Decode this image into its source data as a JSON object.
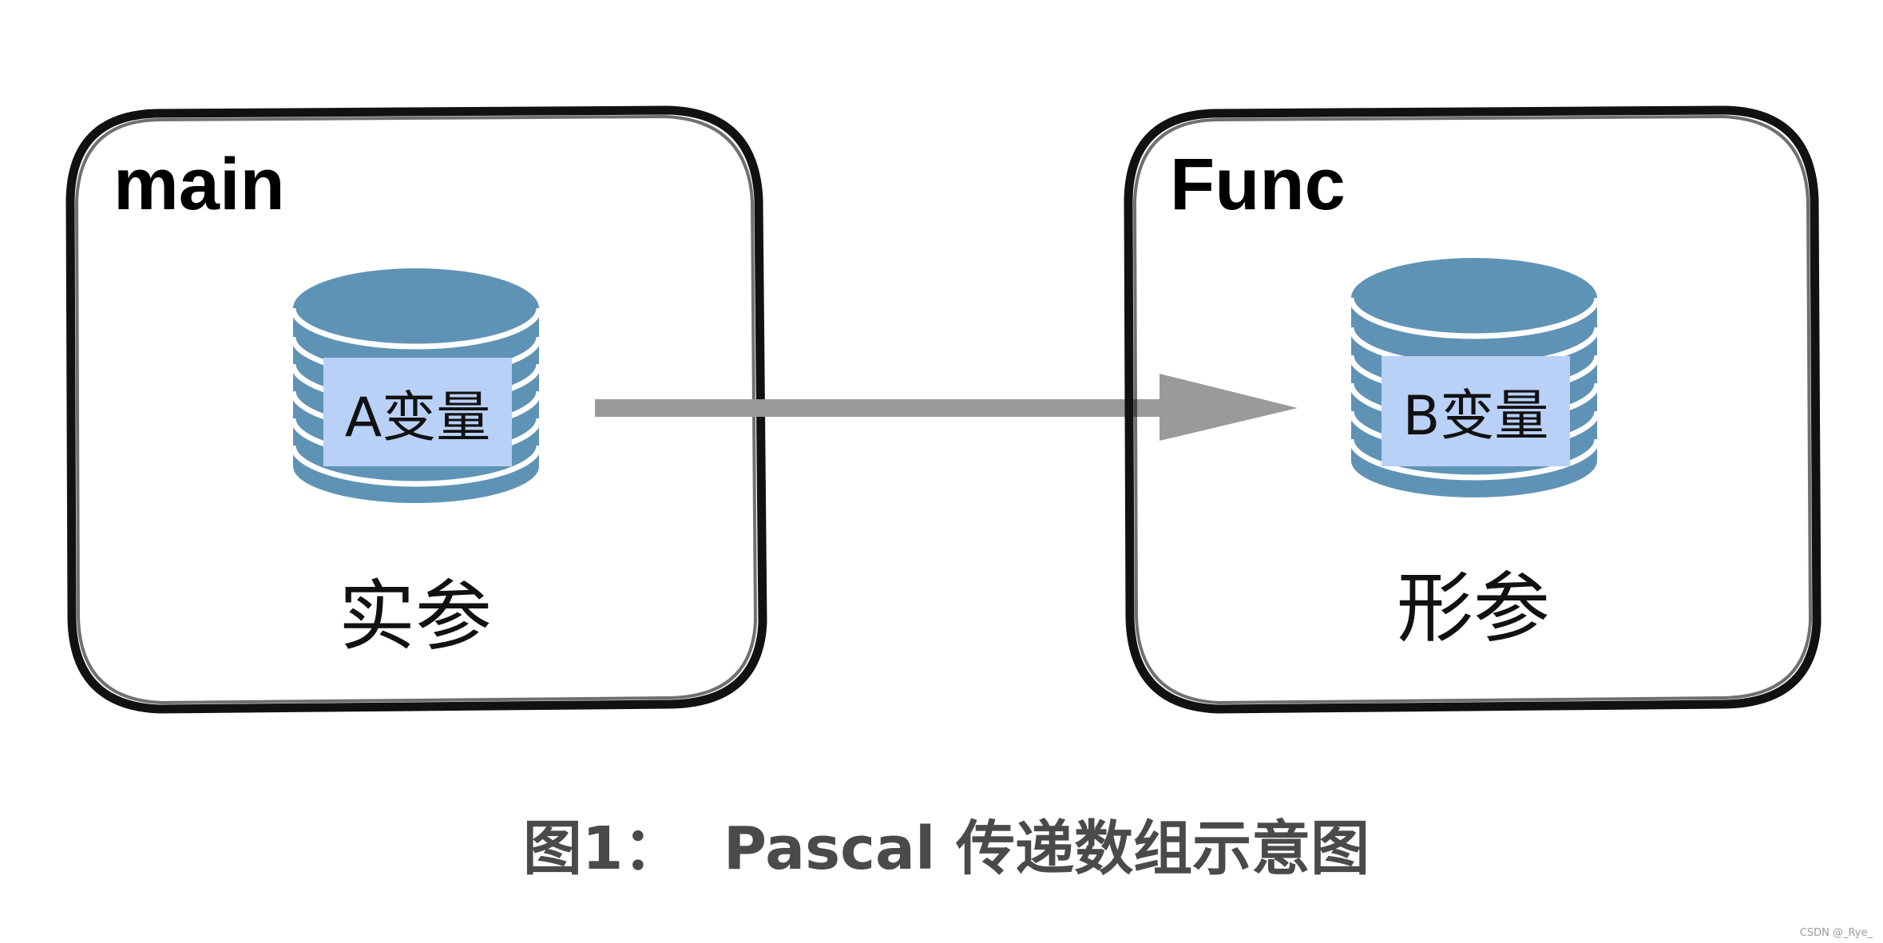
{
  "boxes": [
    {
      "title": "main",
      "variable": "A变量",
      "role": "实参"
    },
    {
      "title": "Func",
      "variable": "B变量",
      "role": "形参"
    }
  ],
  "caption": "图1：  Pascal 传递数组示意图",
  "watermark": "CSDN @_Rye_",
  "colors": {
    "cylinder": "#5f93b6",
    "cylinder_stripe": "#ffffff",
    "label_fill": "#b9d0f7",
    "arrow": "#9a9a9a",
    "box_border": "#111111",
    "caption": "#4a4a4a"
  },
  "icons": {
    "store": "database-cylinder-icon",
    "link": "arrow-right-icon"
  }
}
